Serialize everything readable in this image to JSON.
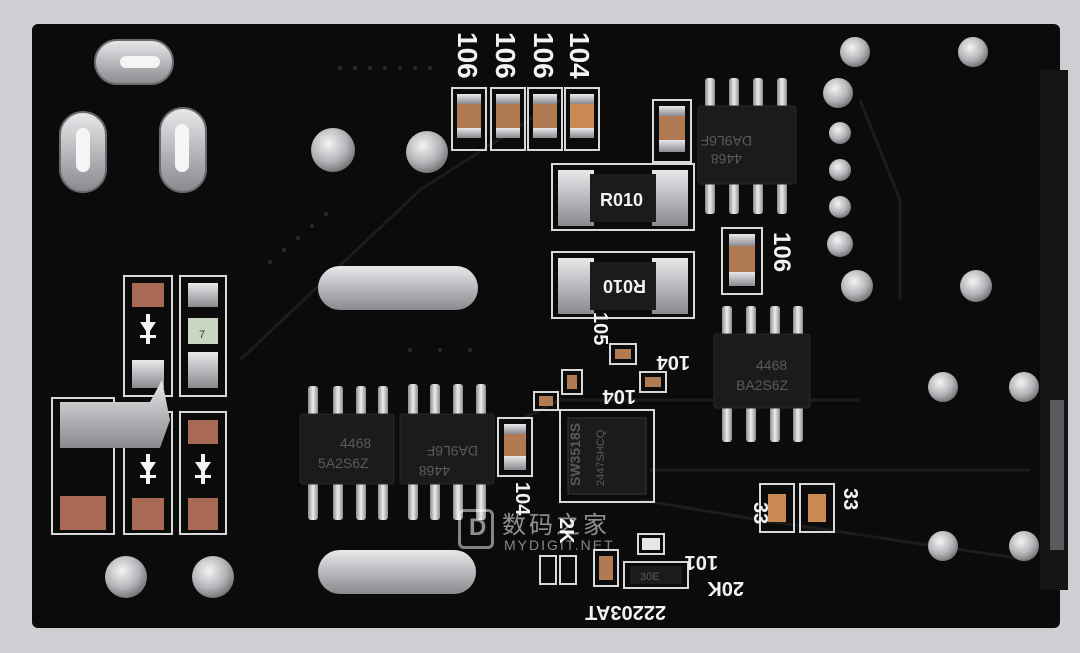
{
  "board": {
    "chip_main_top": "SW3518S",
    "chip_main_bot": "2447SHCQ",
    "mosfet_a_top": "4468",
    "mosfet_a_bot": "5A2S6Z",
    "mosfet_b_top": "4468",
    "mosfet_b_bot": "DA9L6F",
    "mosfet_c_top": "4468",
    "mosfet_c_bot": "DA9L6F",
    "mosfet_d_top": "4468",
    "mosfet_d_bot": "BA2S6Z",
    "shunt_1": "R010",
    "shunt_2": "R010",
    "cap_106_a": "106",
    "cap_106_b": "106",
    "cap_106_c": "106",
    "cap_104_a": "104",
    "cap_106_right": "106",
    "lbl_105": "105",
    "lbl_104_b": "104",
    "lbl_104_c": "104",
    "lbl_104_d": "104",
    "lbl_2k": "2K",
    "lbl_101": "101",
    "lbl_20k": "20K",
    "lbl_22203at": "22203AT",
    "lbl_33_left": "33",
    "lbl_33_right": "33",
    "small_ic": "30E",
    "diode_mark": "7"
  },
  "watermark": {
    "name_cn": "数码之家",
    "name_en": "MYDIGIT.NET"
  },
  "colors": {
    "pcb": "#0b0b0b",
    "solder": "#c9c9cc",
    "copper_pad": "#a86a52",
    "cap_body": "#b07a52",
    "silkscreen": "#f2f2f2",
    "chip_body": "#1b1b1b"
  }
}
